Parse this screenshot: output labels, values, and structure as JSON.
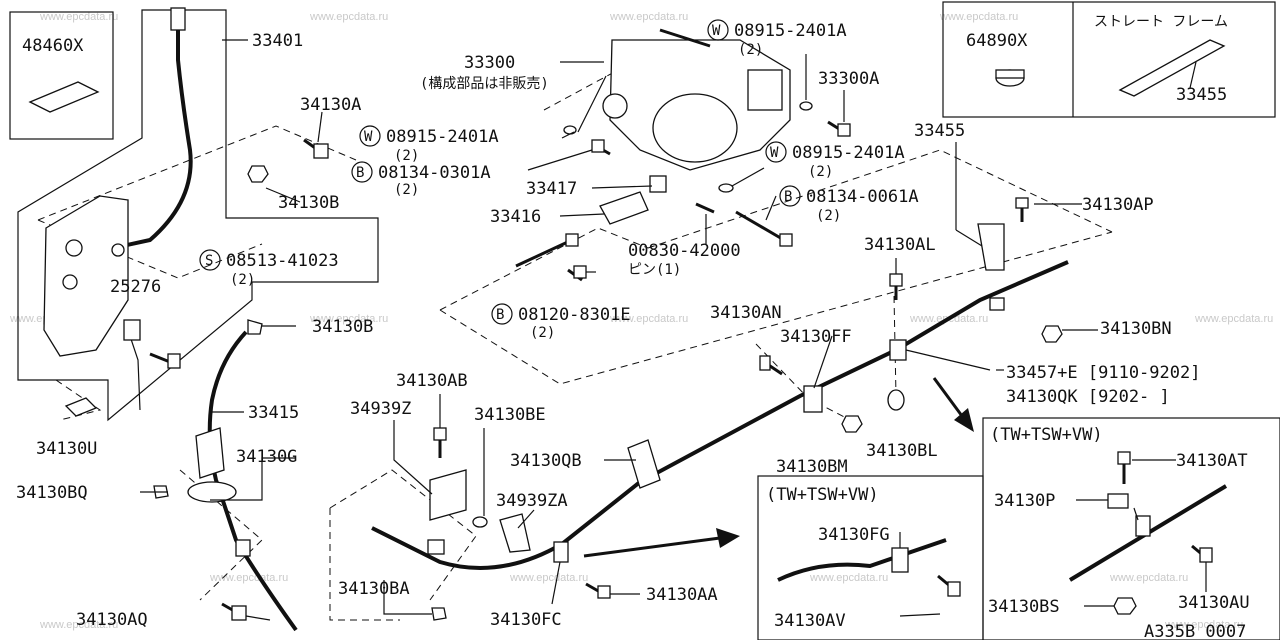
{
  "watermark": "www.epcdata.ru",
  "diagram_code": "A335B 0007",
  "labels": {
    "p48460x": "48460X",
    "p33401": "33401",
    "p34130a": "34130A",
    "p34130b_top": "34130B",
    "s_prefix": "S",
    "s08513": "08513-41023",
    "s08513_qty": "(2)",
    "p25276": "25276",
    "p34130u": "34130U",
    "p34130b_mid": "34130B",
    "p33415": "33415",
    "p34130g": "34130G",
    "p34130bq": "34130BQ",
    "p34130aq": "34130AQ",
    "p33300": "33300",
    "p33300_note": "(構成部品は非販売)",
    "w_prefix1": "W",
    "w08915_left": "08915-2401A",
    "w08915_left_qty": "(2)",
    "b_prefix1": "B",
    "b08134_0301": "08134-0301A",
    "b08134_0301_qty": "(2)",
    "p33417": "33417",
    "p33416": "33416",
    "b_prefix2": "B",
    "b08120": "08120-8301E",
    "b08120_qty": "(2)",
    "w_prefix2": "W",
    "w08915_top": "08915-2401A",
    "w08915_top_qty": "(2)",
    "p33300a": "33300A",
    "w_prefix3": "W",
    "w08915_right": "08915-2401A",
    "w08915_right_qty": "(2)",
    "b_prefix3": "B",
    "b08134_0061": "08134-0061A",
    "b08134_0061_qty": "(2)",
    "p00830": "00830-42000",
    "pin_note": "ピン(1)",
    "p64890x": "64890X",
    "straight_frame": "ストレート フレーム",
    "p33455_box": "33455",
    "p33455": "33455",
    "p34130ap": "34130AP",
    "p34130al": "34130AL",
    "p34130an": "34130AN",
    "p34130ff": "34130FF",
    "p34130bn": "34130BN",
    "p33457e": "33457+E [9110-9202]",
    "p34130qk": "34130QK [9202-    ]",
    "p34130bm": "34130BM",
    "p34130bl": "34130BL",
    "p34130ab": "34130AB",
    "p34939z": "34939Z",
    "p34130be": "34130BE",
    "p34130qb": "34130QB",
    "p34939za": "34939ZA",
    "p34130ba": "34130BA",
    "p34130fc": "34130FC",
    "p34130aa": "34130AA",
    "variant_mid": "(TW+TSW+VW)",
    "p34130fg": "34130FG",
    "p34130av": "34130AV",
    "variant_right": "(TW+TSW+VW)",
    "p34130at": "34130AT",
    "p34130p": "34130P",
    "p34130bs": "34130BS",
    "p34130au": "34130AU"
  }
}
